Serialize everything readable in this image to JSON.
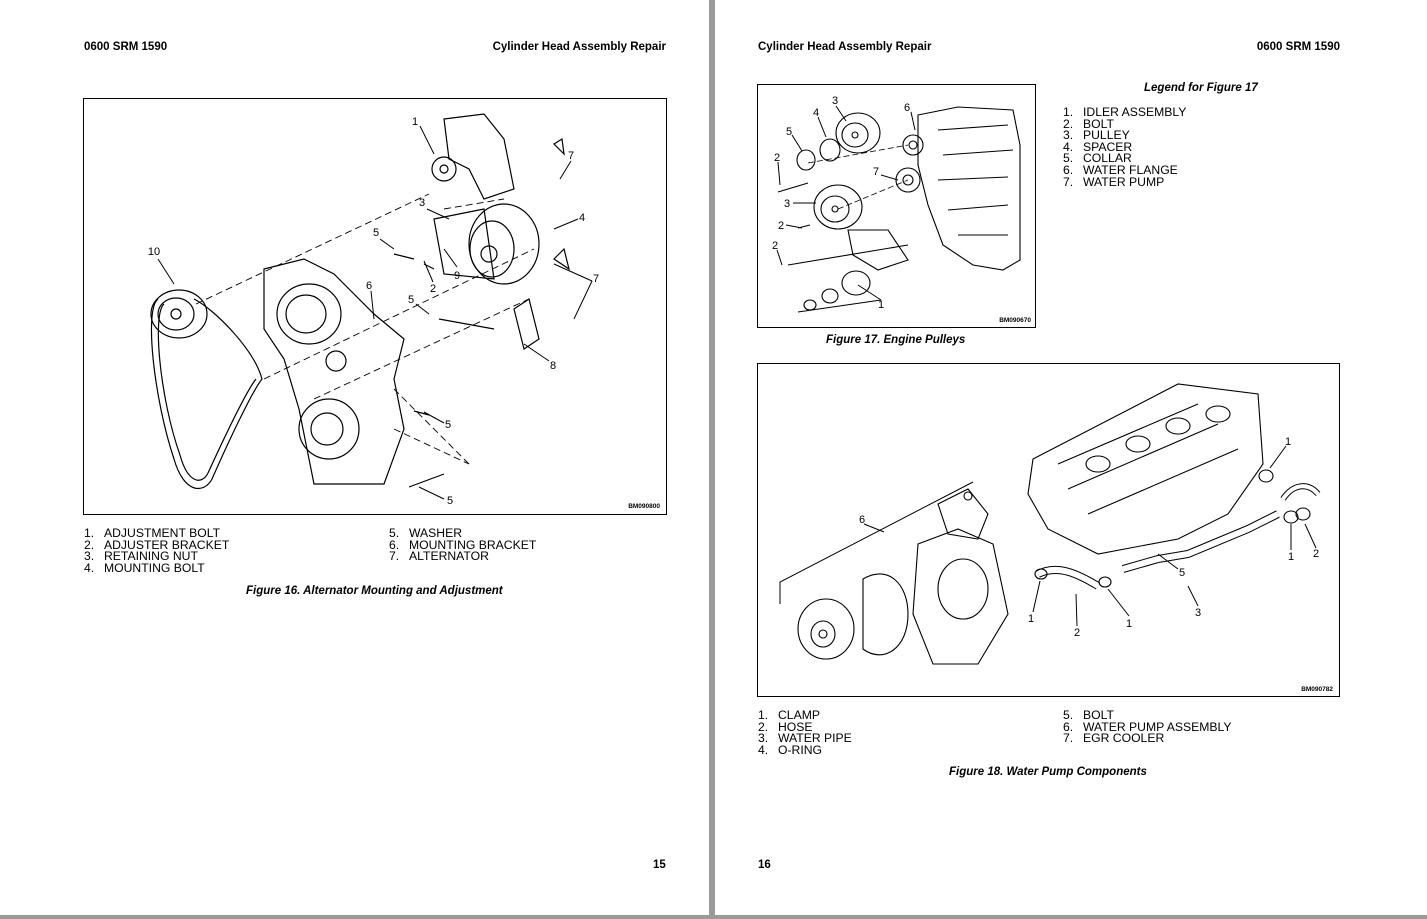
{
  "left_page": {
    "header_left": "0600 SRM 1590",
    "header_right": "Cylinder Head Assembly Repair",
    "figure_id": "BM090800",
    "legend_col1": [
      {
        "num": "1.",
        "text": "ADJUSTMENT BOLT"
      },
      {
        "num": "2.",
        "text": "ADJUSTER BRACKET"
      },
      {
        "num": "3.",
        "text": "RETAINING NUT"
      },
      {
        "num": "4.",
        "text": "MOUNTING BOLT"
      }
    ],
    "legend_col2": [
      {
        "num": "5.",
        "text": "WASHER"
      },
      {
        "num": "6.",
        "text": "MOUNTING BRACKET"
      },
      {
        "num": "7.",
        "text": "ALTERNATOR"
      }
    ],
    "caption": "Figure 16. Alternator Mounting and Adjustment",
    "page_number": "15",
    "callouts": [
      "1",
      "7",
      "3",
      "4",
      "5",
      "9",
      "2",
      "7",
      "10",
      "6",
      "5",
      "8",
      "5",
      "5"
    ]
  },
  "right_page": {
    "header_left": "Cylinder Head Assembly Repair",
    "header_right": "0600 SRM 1590",
    "fig17": {
      "figure_id": "BM090670",
      "caption": "Figure 17. Engine Pulleys",
      "legend_title": "Legend for Figure 17",
      "legend": [
        {
          "num": "1.",
          "text": "IDLER ASSEMBLY"
        },
        {
          "num": "2.",
          "text": "BOLT"
        },
        {
          "num": "3.",
          "text": "PULLEY"
        },
        {
          "num": "4.",
          "text": "SPACER"
        },
        {
          "num": "5.",
          "text": "COLLAR"
        },
        {
          "num": "6.",
          "text": "WATER FLANGE"
        },
        {
          "num": "7.",
          "text": "WATER PUMP"
        }
      ],
      "callouts": [
        "3",
        "6",
        "4",
        "5",
        "2",
        "7",
        "3",
        "2",
        "2",
        "1"
      ]
    },
    "fig18": {
      "figure_id": "BM090782",
      "caption": "Figure 18. Water Pump Components",
      "legend_col1": [
        {
          "num": "1.",
          "text": "CLAMP"
        },
        {
          "num": "2.",
          "text": "HOSE"
        },
        {
          "num": "3.",
          "text": "WATER PIPE"
        },
        {
          "num": "4.",
          "text": "O-RING"
        }
      ],
      "legend_col2": [
        {
          "num": "5.",
          "text": "BOLT"
        },
        {
          "num": "6.",
          "text": "WATER PUMP ASSEMBLY"
        },
        {
          "num": "7.",
          "text": "EGR COOLER"
        }
      ],
      "callouts": [
        "1",
        "6",
        "1",
        "2",
        "5",
        "1",
        "2",
        "1",
        "3"
      ]
    },
    "page_number": "16"
  }
}
